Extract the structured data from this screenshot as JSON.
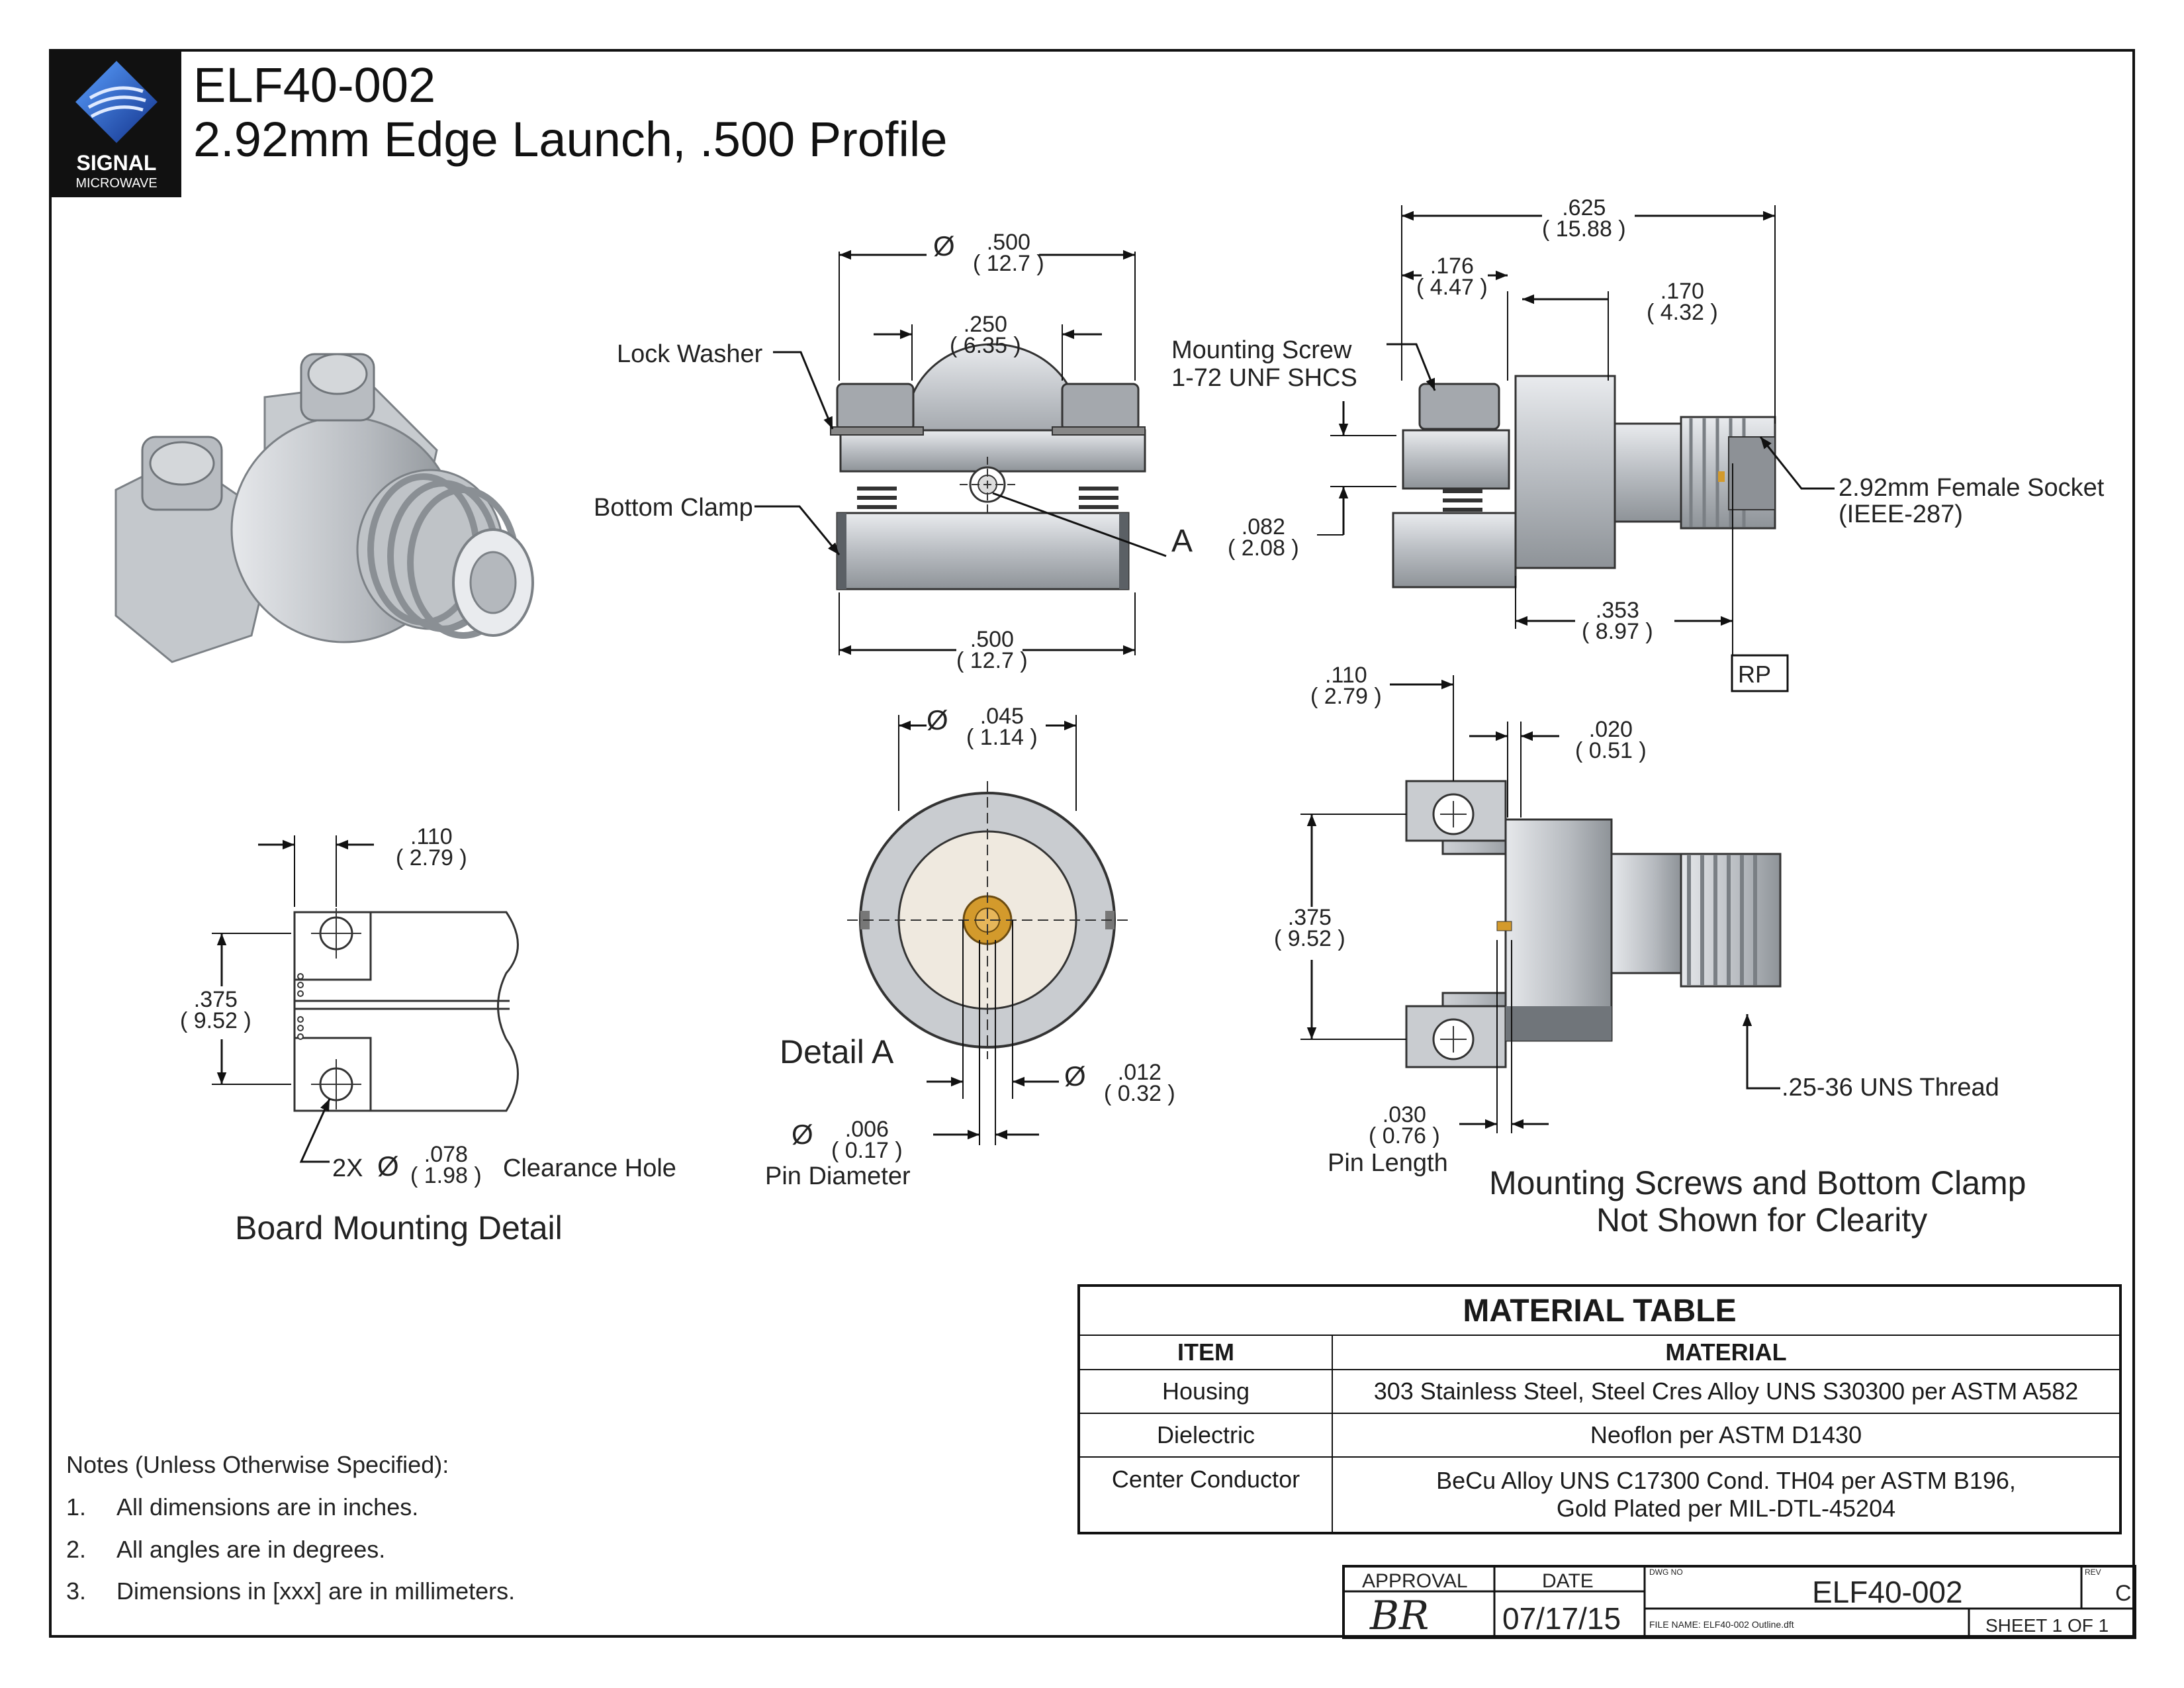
{
  "logo": {
    "line1": "SIGNAL",
    "line2": "MICROWAVE"
  },
  "title": {
    "part_number": "ELF40-002",
    "description": "2.92mm Edge Launch, .500 Profile"
  },
  "front_view": {
    "top_dia": {
      "in": ".500",
      "mm": "( 12.7 )"
    },
    "spacing": {
      "in": ".250",
      "mm": "( 6.35 )"
    },
    "bottom_width": {
      "in": ".500",
      "mm": "( 12.7 )"
    },
    "lock_washer": "Lock Washer",
    "bottom_clamp": "Bottom Clamp",
    "callout_a": "A"
  },
  "side_view": {
    "overall": {
      "in": ".625",
      "mm": "( 15.88 )"
    },
    "screw_offset": {
      "in": ".176",
      "mm": "( 4.47 )"
    },
    "thread_len": {
      "in": ".170",
      "mm": "( 4.32 )"
    },
    "mounting_screw_1": "Mounting Screw",
    "mounting_screw_2": "1-72 UNF SHCS",
    "clamp_gap": {
      "in": ".082",
      "mm": "( 2.08 )"
    },
    "socket_1": "2.92mm Female Socket",
    "socket_2": "(IEEE-287)",
    "rp_len": {
      "in": ".353",
      "mm": "( 8.97 )"
    },
    "rp": "RP"
  },
  "detail_a": {
    "dielectric_dia": {
      "in": ".045",
      "mm": "( 1.14 )"
    },
    "tip_dia": {
      "in": ".012",
      "mm": "( 0.32 )"
    },
    "pin_dia": {
      "in": ".006",
      "mm": "( 0.17 )"
    },
    "pin_label": "Pin Diameter",
    "caption": "Detail  A"
  },
  "board_detail": {
    "hole_offset": {
      "in": ".110",
      "mm": "( 2.79 )"
    },
    "hole_spacing": {
      "in": ".375",
      "mm": "( 9.52 )"
    },
    "hole_prefix": "2X",
    "hole_dia": {
      "in": ".078",
      "mm": "( 1.98 )"
    },
    "clearance": "Clearance Hole",
    "caption": "Board Mounting Detail"
  },
  "top_view": {
    "flange_offset": {
      "in": ".110",
      "mm": "( 2.79 )"
    },
    "step": {
      "in": ".020",
      "mm": "( 0.51 )"
    },
    "hole_spacing": {
      "in": ".375",
      "mm": "( 9.52 )"
    },
    "pin_length": {
      "in": ".030",
      "mm": "( 0.76 )"
    },
    "pin_label": "Pin Length",
    "thread": ".25-36 UNS Thread",
    "caption_1": "Mounting Screws and Bottom Clamp",
    "caption_2": "Not Shown for Clearity"
  },
  "material_table": {
    "title": "MATERIAL TABLE",
    "headers": [
      "ITEM",
      "MATERIAL"
    ],
    "rows": [
      {
        "item": "Housing",
        "material": "303 Stainless Steel, Steel Cres Alloy UNS S30300 per ASTM A582"
      },
      {
        "item": "Dielectric",
        "material": "Neoflon per ASTM D1430"
      },
      {
        "item": "Center Conductor",
        "material": "BeCu Alloy UNS C17300 Cond. TH04 per ASTM B196,",
        "material_2": "Gold Plated per MIL-DTL-45204"
      }
    ]
  },
  "notes": {
    "heading": "Notes (Unless Otherwise Specified):",
    "items": [
      {
        "num": "1.",
        "text": "All dimensions are in inches."
      },
      {
        "num": "2.",
        "text": "All angles are in degrees."
      },
      {
        "num": "3.",
        "text": "Dimensions in [xxx] are in millimeters."
      }
    ]
  },
  "title_block": {
    "approval_label": "APPROVAL",
    "approval_sig": "BR",
    "date_label": "DATE",
    "date": "07/17/15",
    "dwg_no_label": "DWG NO",
    "dwg_no": "ELF40-002",
    "rev_label": "REV",
    "rev": "C",
    "file_name": "FILE NAME: ELF40-002 Outline.dft",
    "sheet": "SHEET 1 OF 1"
  },
  "colors": {
    "metal": "#c9ccd0",
    "metal_dark": "#8d9196",
    "dielectric": "#efe9df",
    "gold": "#d39a2c",
    "ink": "#111111"
  }
}
